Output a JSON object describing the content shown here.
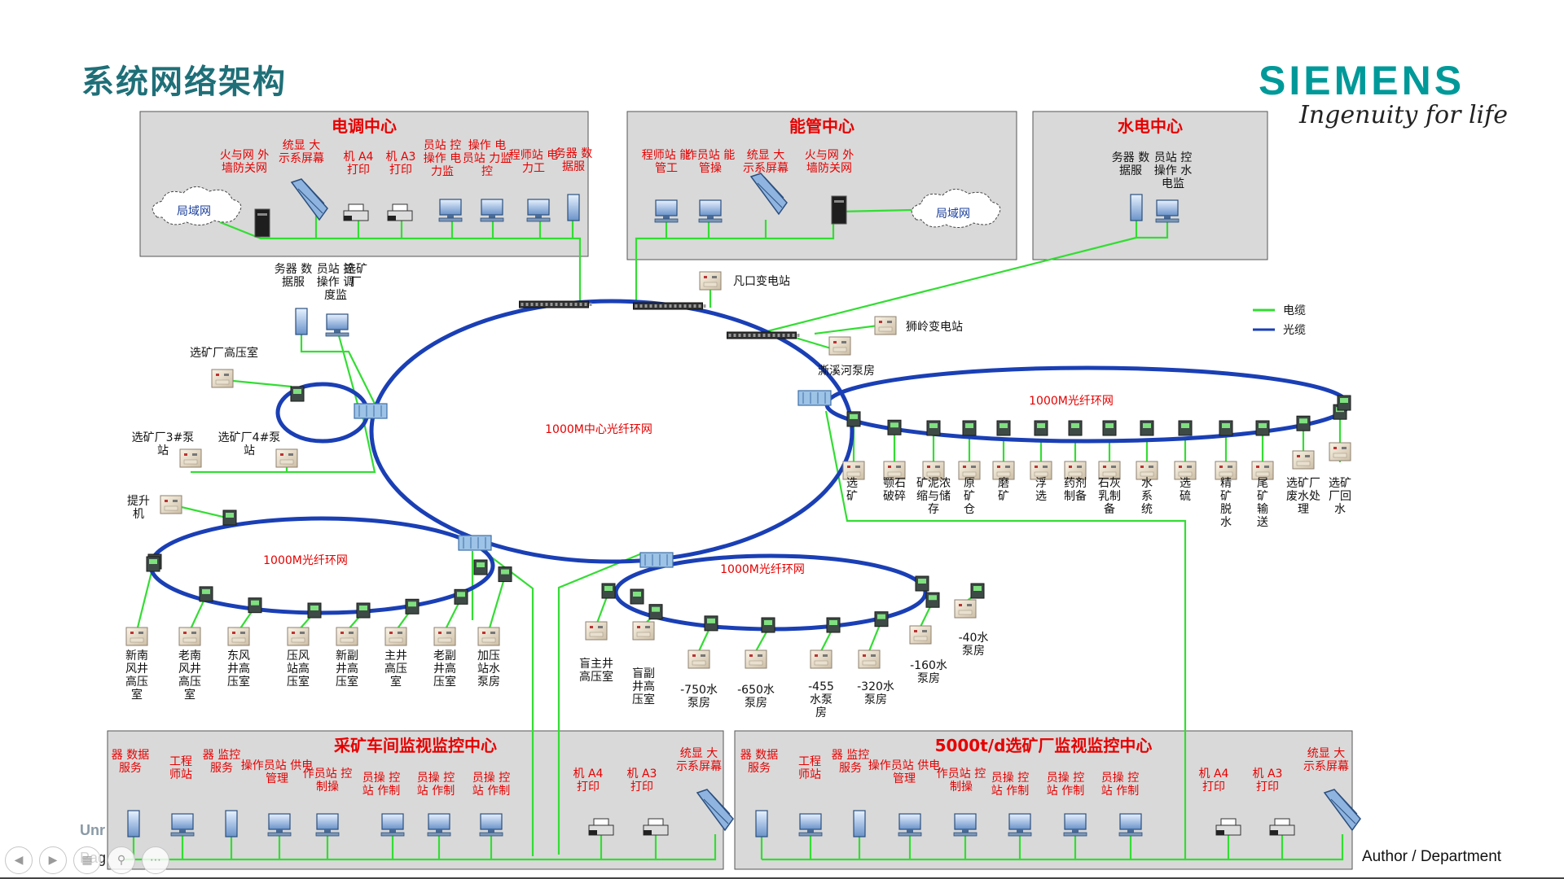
{
  "slide": {
    "title": "系统网络架构",
    "logo": "SIEMENS",
    "slogan": "Ingenuity for life",
    "footer_author": "Author / Department",
    "footer_unrestricted": "Unr",
    "footer_page": "Pag"
  },
  "colors": {
    "fiber": "#1a3fb5",
    "cable": "#33dd33",
    "center_title": "#e60000",
    "panel_bg": "#d9d9d9",
    "teal": "#1f6f78"
  },
  "legend": {
    "cable": "电缆",
    "fiber": "光缆"
  },
  "rings": {
    "center": "1000M中心光纤环网",
    "right": "1000M光纤环网",
    "left_bottom": "1000M光纤环网",
    "mid_bottom": "1000M光纤环网"
  },
  "centers": {
    "dispatch": {
      "title": "电调中心",
      "cloud": "局域网",
      "labels": [
        "火与网 外\n墙防关网",
        "统显 大\n示系屏幕",
        "机 A4\n打印",
        "机 A3\n打印",
        "员站 控\n操作 电\n力监",
        "操作 电\n员站 力监\n控",
        "程师站 电\n力工",
        "务器 数\n据服"
      ]
    },
    "energy": {
      "title": "能管中心",
      "cloud": "局域网",
      "labels": [
        "程师站 能\n管工",
        "作员站 能\n管操",
        "统显 大\n示系屏幕",
        "火与网 外\n墙防关网"
      ]
    },
    "hydro": {
      "title": "水电中心",
      "labels": [
        "务器 数\n据服",
        "员站 控\n操作 水\n电监"
      ]
    },
    "mining": {
      "title": "采矿车间监视监控中心",
      "labels": [
        "器 数据\n服务",
        "工程\n师站",
        "器 监控\n服务",
        "操作员站 供电\n管理",
        "作员站 控\n制操",
        "员操 控\n站 作制",
        "员操 控\n站 作制",
        "员操 控\n站 作制",
        "机 A4\n打印",
        "机 A3\n打印",
        "统显 大\n示系屏幕"
      ]
    },
    "plant": {
      "title": "5000t/d选矿厂监视监控中心",
      "labels": [
        "器 数据\n服务",
        "工程\n师站",
        "器 监控\n服务",
        "操作员站 供电\n管理",
        "作员站 控\n制操",
        "员操 控\n站 作制",
        "员操 控\n站 作制",
        "员操 控\n站 作制",
        "机 A4\n打印",
        "机 A3\n打印",
        "统显 大\n示系屏幕"
      ]
    }
  },
  "nodes": {
    "fankou": "凡口变电站",
    "shiling": "狮岭变电站",
    "jianxi": "澌溪河泵房",
    "plant_hv": "选矿厂高压室",
    "pump3": "选矿厂3#泵\n站",
    "pump4": "选矿厂4#泵\n站",
    "hoist": "提升\n机",
    "plant_dispatch": [
      "务器 数\n据服",
      "员站 控\n操作 调\n度监",
      "选矿\n厂"
    ],
    "right_ring": [
      "选\n矿",
      "颚石\n破碎",
      "矿泥浓\n缩与储\n存",
      "原\n矿\n仓",
      "磨\n矿",
      "浮\n选",
      "药剂\n制备",
      "石灰\n乳制\n备",
      "水\n系\n统",
      "选\n硫",
      "精\n矿\n脱\n水",
      "尾\n矿\n输\n送",
      "选矿厂\n废水处\n理",
      "选矿\n厂回\n水"
    ],
    "left_ring": [
      "新南\n风井\n高压\n室",
      "老南\n风井\n高压\n室",
      "东风\n井高\n压室",
      "压风\n站高\n压室",
      "新副\n井高\n压室",
      "主井\n高压\n室",
      "老副\n井高\n压室",
      "加压\n站水\n泵房"
    ],
    "mid_ring": [
      "盲主井\n高压室",
      "盲副\n井高\n压室",
      "-750水\n泵房",
      "-650水\n泵房",
      "-455\n水泵\n房",
      "-320水\n泵房",
      "-160水\n泵房",
      "-40水\n泵房"
    ]
  }
}
